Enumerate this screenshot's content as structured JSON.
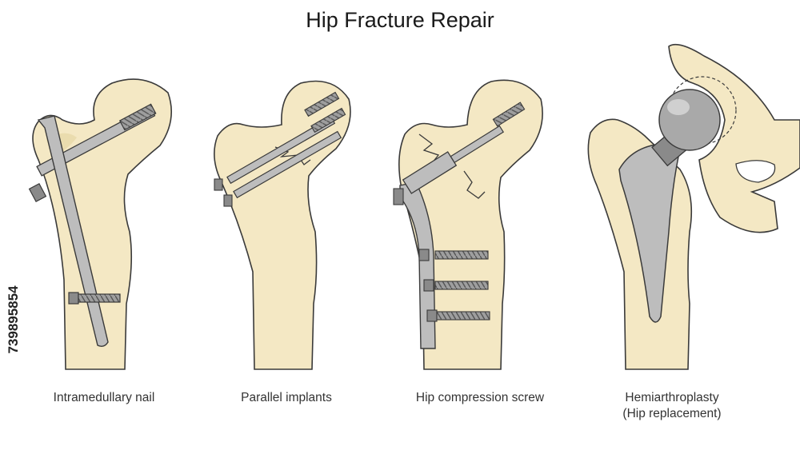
{
  "title": "Hip Fracture Repair",
  "panels": [
    {
      "label": "Intramedullary nail"
    },
    {
      "label": "Parallel implants"
    },
    {
      "label": "Hip compression screw"
    },
    {
      "label": "Hemiarthroplasty",
      "label2": "(Hip replacement)"
    }
  ],
  "stock_id": "739895854",
  "colors": {
    "bone": "#f4e8c4",
    "outline": "#3a3a3a",
    "metal": "#bdbdbd",
    "metal_dark": "#8a8a8a",
    "head_metal": "#a9a9a9"
  }
}
